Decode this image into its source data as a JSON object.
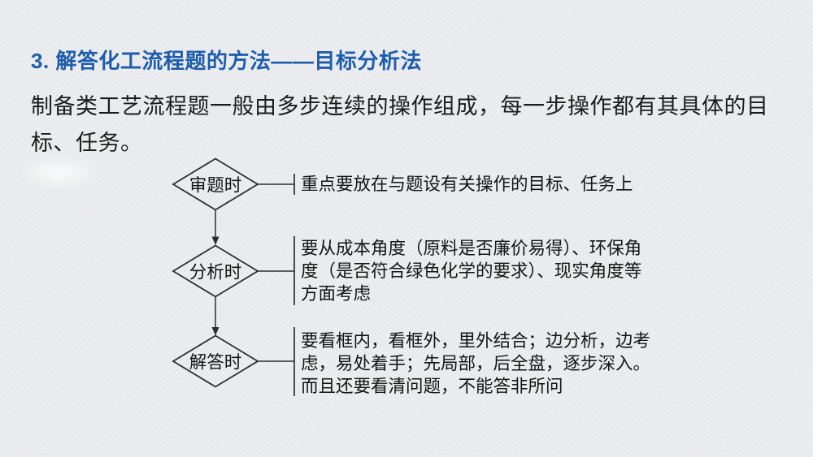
{
  "slide": {
    "title": "3. 解答化工流程题的方法——目标分析法",
    "body_lines": [
      "制备类工艺流程题一般由多步连续的操作组成，每一步操作都有其具体的目",
      "标、任务。"
    ],
    "colors": {
      "background": "#e9ebee",
      "title_blue": "#1e5dab",
      "body_text": "#1b1b1b",
      "flow_line": "#2e2e2e",
      "flow_text": "#141414"
    }
  },
  "flowchart": {
    "nodes": [
      {
        "label": "审题时",
        "description_lines": [
          "重点要放在与题设有关操作的目标、任务上"
        ]
      },
      {
        "label": "分析时",
        "description_lines": [
          "要从成本角度（原料是否廉价易得）、环保角",
          "度（是否符合绿色化学的要求）、现实角度等",
          "方面考虑"
        ]
      },
      {
        "label": "解答时",
        "description_lines": [
          "要看框内，看框外，里外结合；边分析，边考",
          "虑，易处着手；先局部，后全盘，逐步深入。",
          "而且还要看清问题，不能答非所问"
        ]
      }
    ]
  }
}
